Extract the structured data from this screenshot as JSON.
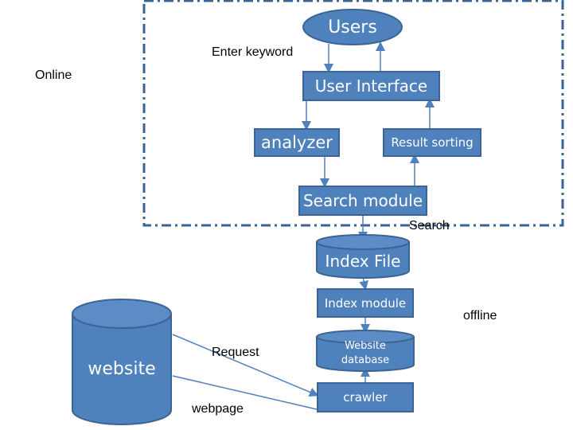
{
  "nodes": {
    "users": "Users",
    "user_interface": "User Interface",
    "analyzer": "analyzer",
    "result_sorting": "Result sorting",
    "search_module": "Search module",
    "index_file": "Index File",
    "index_module": "Index module",
    "website_database": "Website database",
    "crawler": "crawler",
    "website": "website"
  },
  "labels": {
    "enter_keyword": "Enter keyword",
    "online": "Online",
    "search": "Search",
    "offline": "offline",
    "request": "Request",
    "webpage": "webpage"
  },
  "colors": {
    "node_fill": "#4f81bd",
    "node_border": "#3a6496",
    "boundary": "#3a6496"
  }
}
